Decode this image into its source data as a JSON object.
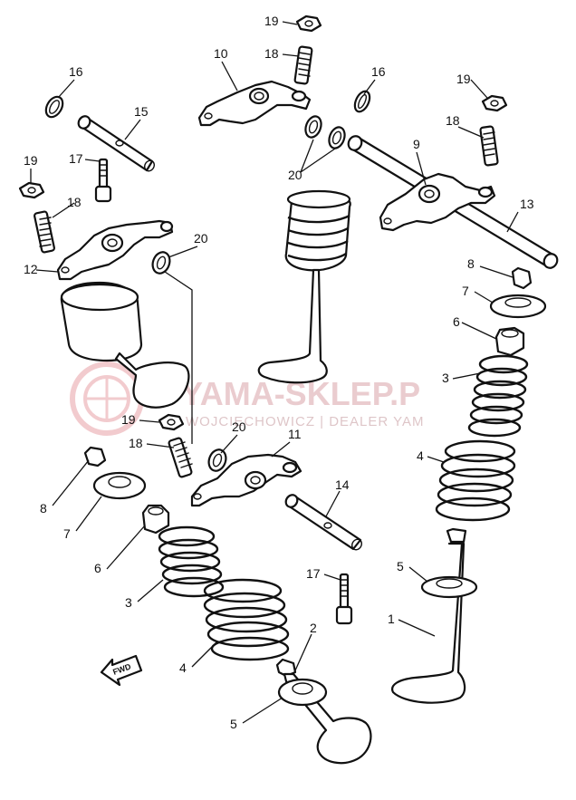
{
  "watermark": {
    "brand": "YAMA-SKLEP.P",
    "tagline": "WOJCIECHOWICZ | DEALER YAM"
  },
  "direction_marker": "FWD",
  "callouts": [
    {
      "id": "c19a",
      "label": "19"
    },
    {
      "id": "c18a",
      "label": "18"
    },
    {
      "id": "c10",
      "label": "10"
    },
    {
      "id": "c16a",
      "label": "16"
    },
    {
      "id": "c15",
      "label": "15"
    },
    {
      "id": "c16b",
      "label": "16"
    },
    {
      "id": "c19b",
      "label": "19"
    },
    {
      "id": "c18b",
      "label": "18"
    },
    {
      "id": "c19c",
      "label": "19"
    },
    {
      "id": "c17a",
      "label": "17"
    },
    {
      "id": "c9",
      "label": "9"
    },
    {
      "id": "c20a",
      "label": "20"
    },
    {
      "id": "c18c",
      "label": "18"
    },
    {
      "id": "c13",
      "label": "13"
    },
    {
      "id": "c20b",
      "label": "20"
    },
    {
      "id": "c12",
      "label": "12"
    },
    {
      "id": "c8a",
      "label": "8"
    },
    {
      "id": "c7a",
      "label": "7"
    },
    {
      "id": "c6a",
      "label": "6"
    },
    {
      "id": "c3a",
      "label": "3"
    },
    {
      "id": "c19d",
      "label": "19"
    },
    {
      "id": "c20c",
      "label": "20"
    },
    {
      "id": "c11",
      "label": "11"
    },
    {
      "id": "c18d",
      "label": "18"
    },
    {
      "id": "c4a",
      "label": "4"
    },
    {
      "id": "c8b",
      "label": "8"
    },
    {
      "id": "c14",
      "label": "14"
    },
    {
      "id": "c7b",
      "label": "7"
    },
    {
      "id": "c5a",
      "label": "5"
    },
    {
      "id": "c6b",
      "label": "6"
    },
    {
      "id": "c17b",
      "label": "17"
    },
    {
      "id": "c1",
      "label": "1"
    },
    {
      "id": "c3b",
      "label": "3"
    },
    {
      "id": "c2",
      "label": "2"
    },
    {
      "id": "c4b",
      "label": "4"
    },
    {
      "id": "c5b",
      "label": "5"
    }
  ]
}
